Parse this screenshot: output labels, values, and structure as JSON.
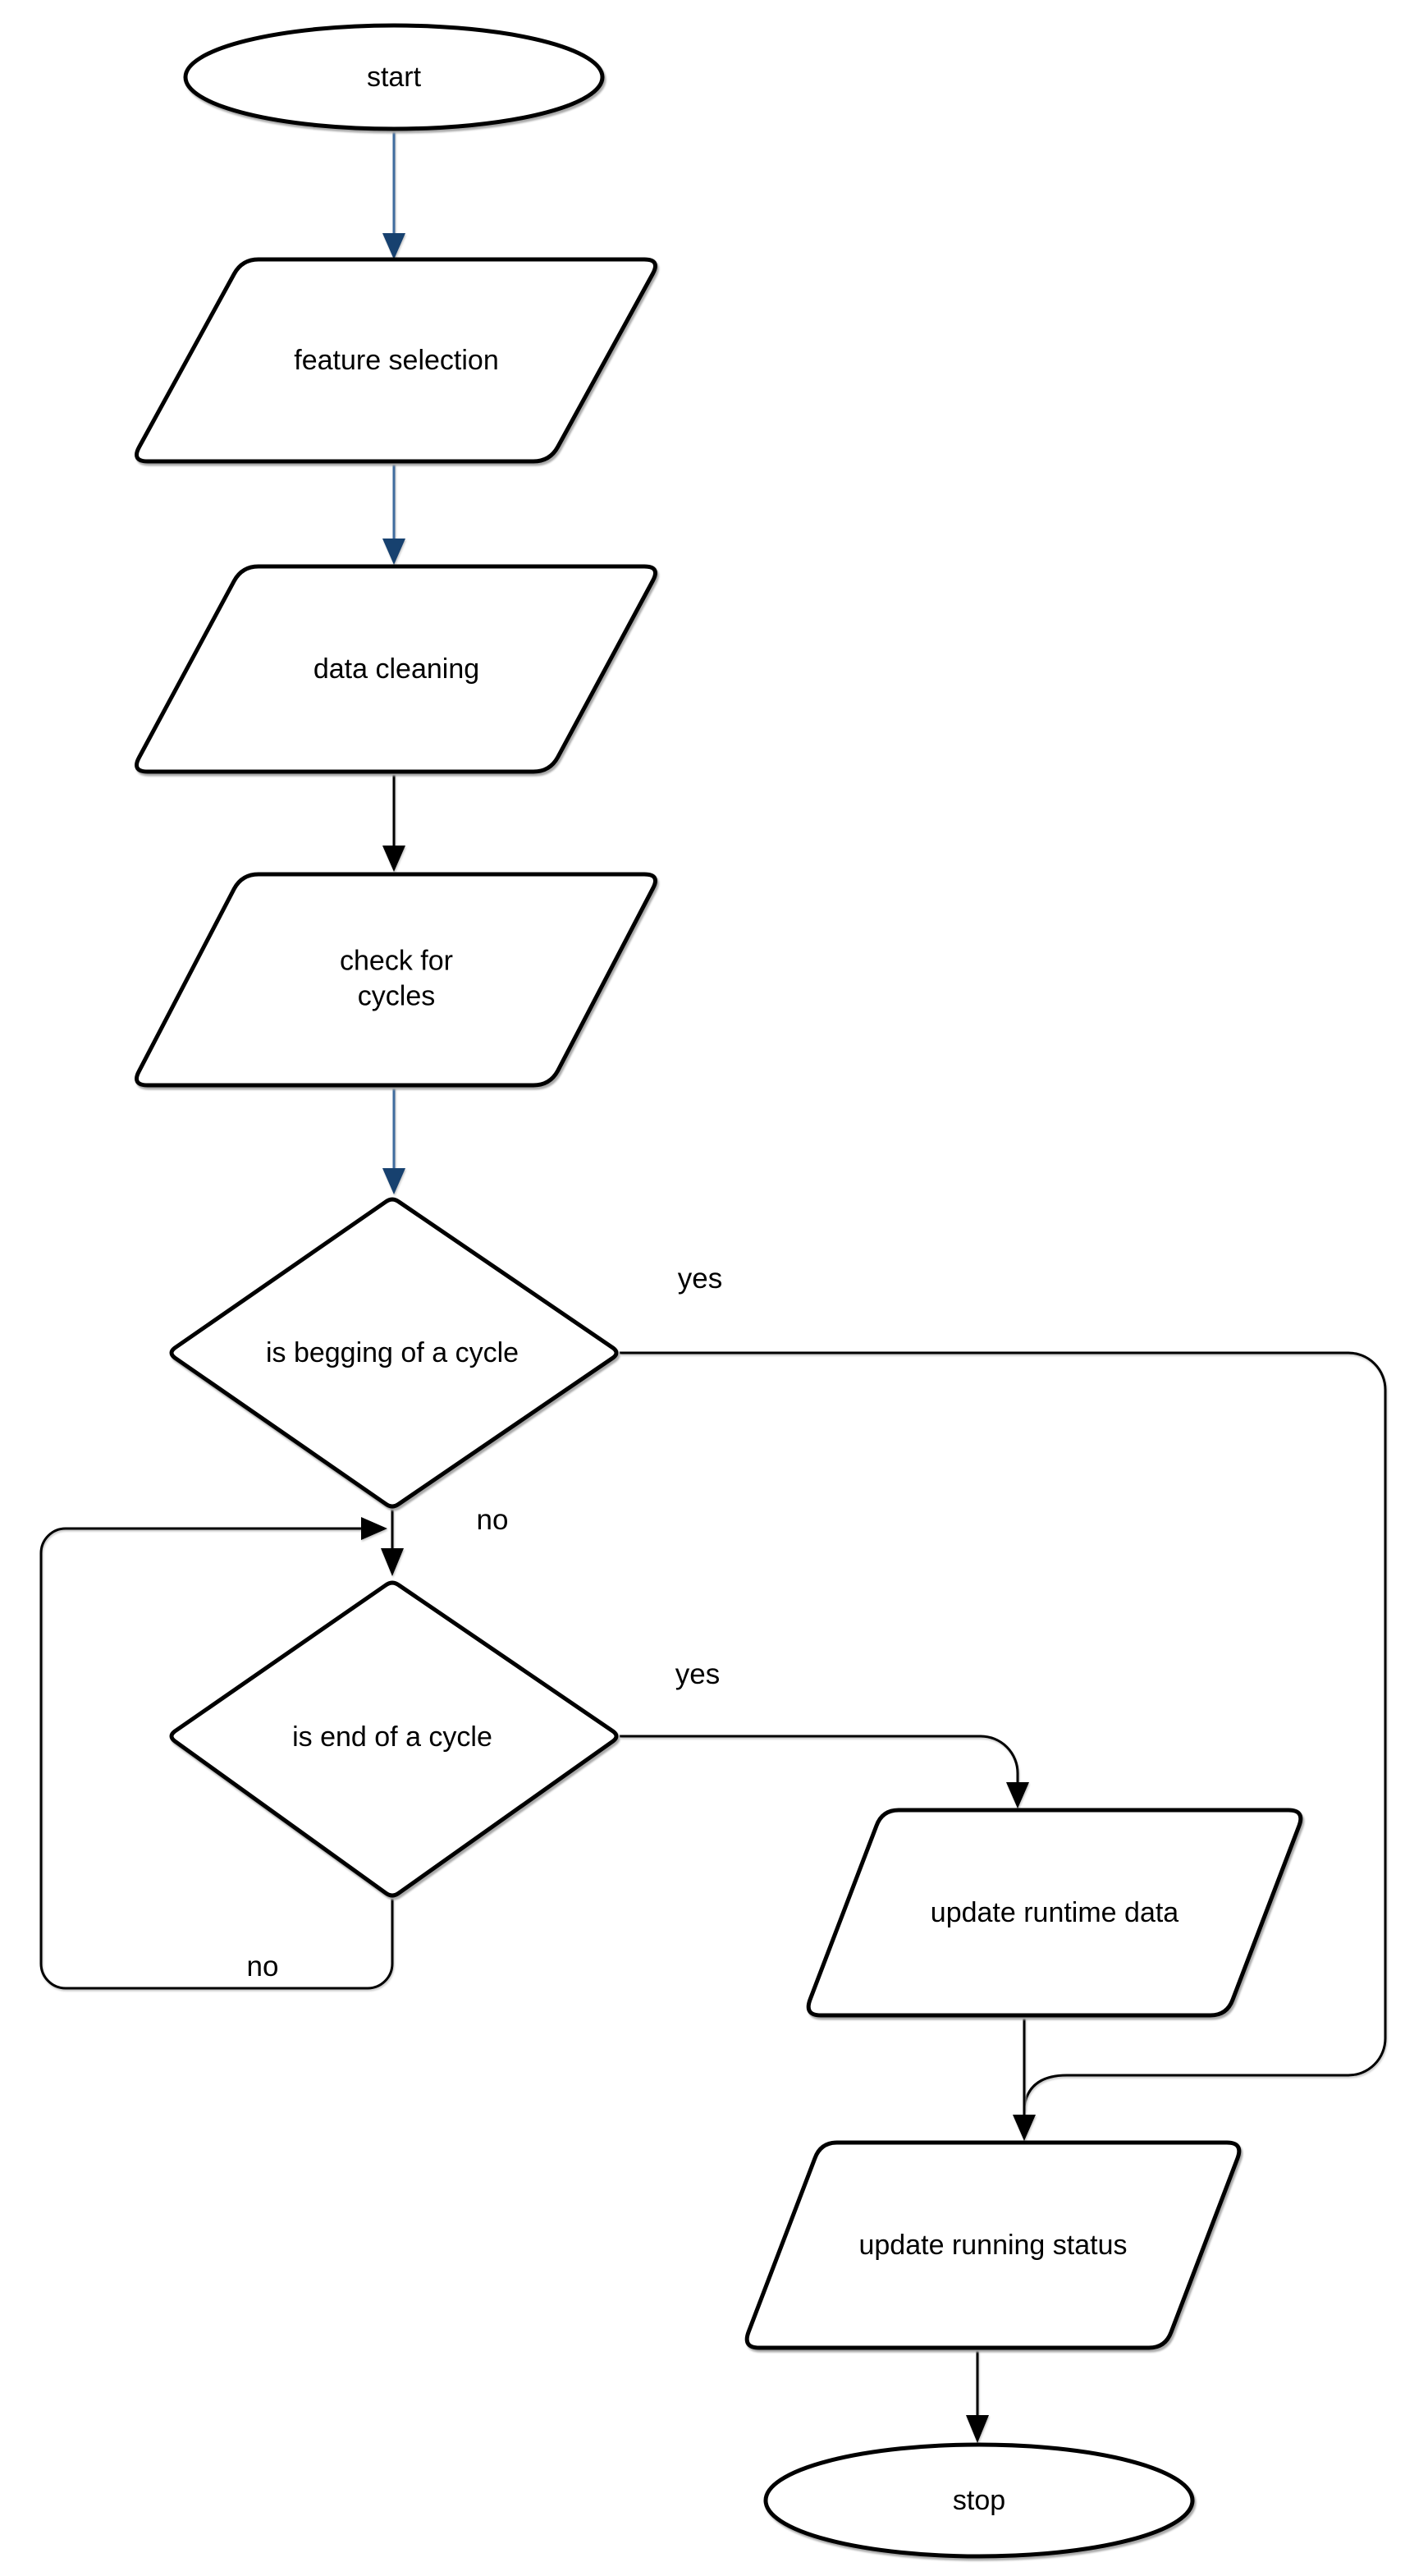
{
  "diagram": {
    "type": "flowchart",
    "background": "#ffffff",
    "colors": {
      "shape_fill": "#ffffff",
      "shape_stroke": "#000000",
      "edge_default": "#000000",
      "edge_accent": "#3f6c9e",
      "edge_accent_head": "#17416f",
      "text": "#000000"
    },
    "nodes": [
      {
        "id": "start",
        "type": "terminator",
        "label": "start"
      },
      {
        "id": "feature-selection",
        "type": "parallelogram",
        "label": "feature selection"
      },
      {
        "id": "data-cleaning",
        "type": "parallelogram",
        "label": "data cleaning"
      },
      {
        "id": "check-for-cycles",
        "type": "parallelogram",
        "label": "check for cycles"
      },
      {
        "id": "is-begging-of-a-cycle",
        "type": "decision",
        "label": "is begging of a cycle"
      },
      {
        "id": "is-end-of-a-cycle",
        "type": "decision",
        "label": "is end of a cycle"
      },
      {
        "id": "update-runtime-data",
        "type": "parallelogram",
        "label": "update runtime data"
      },
      {
        "id": "update-running-status",
        "type": "parallelogram",
        "label": "update running status"
      },
      {
        "id": "stop",
        "type": "terminator",
        "label": "stop"
      }
    ],
    "edges": [
      {
        "from": "start",
        "to": "feature-selection",
        "label": "",
        "color": "accent"
      },
      {
        "from": "feature-selection",
        "to": "data-cleaning",
        "label": "",
        "color": "accent"
      },
      {
        "from": "data-cleaning",
        "to": "check-for-cycles",
        "label": "",
        "color": "default"
      },
      {
        "from": "check-for-cycles",
        "to": "is-begging-of-a-cycle",
        "label": "",
        "color": "accent"
      },
      {
        "from": "is-begging-of-a-cycle",
        "to": "update-running-status",
        "label": "yes",
        "color": "default"
      },
      {
        "from": "is-begging-of-a-cycle",
        "to": "is-end-of-a-cycle",
        "label": "no",
        "color": "default"
      },
      {
        "from": "is-end-of-a-cycle",
        "to": "update-runtime-data",
        "label": "yes",
        "color": "default"
      },
      {
        "from": "is-end-of-a-cycle",
        "to": "is-end-of-a-cycle",
        "label": "no",
        "color": "default"
      },
      {
        "from": "update-runtime-data",
        "to": "update-running-status",
        "label": "",
        "color": "default"
      },
      {
        "from": "update-running-status",
        "to": "stop",
        "label": "",
        "color": "default"
      }
    ]
  }
}
